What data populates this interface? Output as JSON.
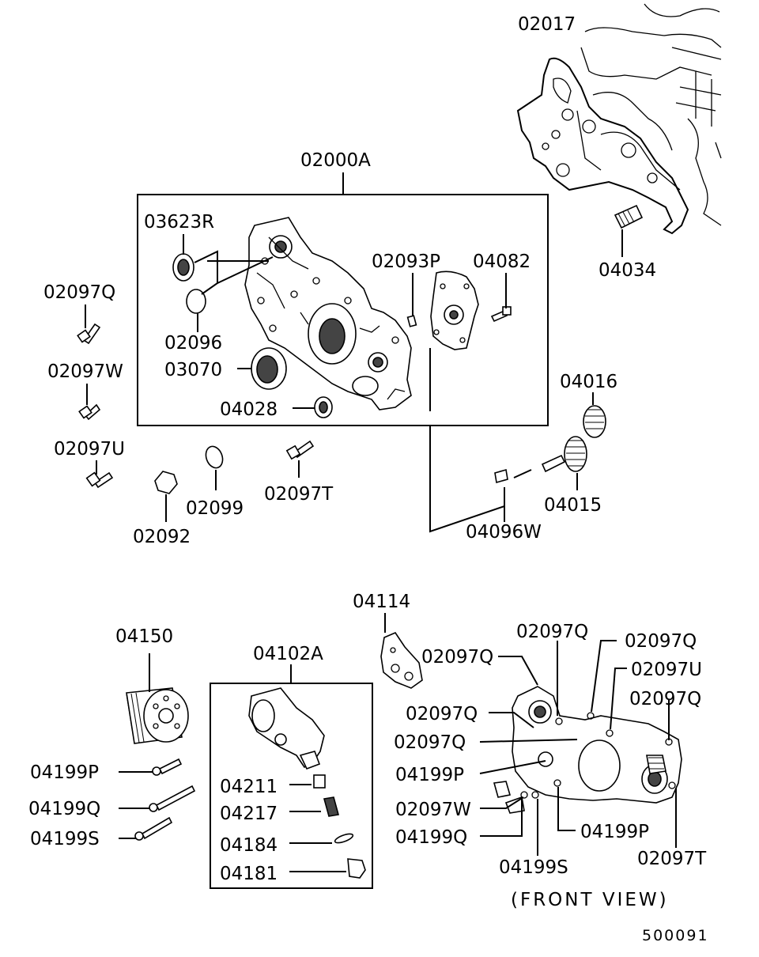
{
  "labels": {
    "p02017": "02017",
    "p02000A": "02000A",
    "p03623R": "03623R",
    "p02093P": "02093P",
    "p04082": "04082",
    "p04034": "04034",
    "p02097Q": "02097Q",
    "p02096": "02096",
    "p03070": "03070",
    "p02097W": "02097W",
    "p04028": "04028",
    "p04016": "04016",
    "p02097U": "02097U",
    "p02099": "02099",
    "p02097T": "02097T",
    "p04015": "04015",
    "p02092": "02092",
    "p04096W": "04096W",
    "p04114": "04114",
    "p04150": "04150",
    "p04102A": "04102A",
    "p04199P": "04199P",
    "p04199Q": "04199Q",
    "p04199S": "04199S",
    "p04211": "04211",
    "p04217": "04217",
    "p04184": "04184",
    "p04181": "04181",
    "p02097T_b": "02097T",
    "front_view": "(FRONT VIEW)",
    "diagram_id": "500091"
  }
}
